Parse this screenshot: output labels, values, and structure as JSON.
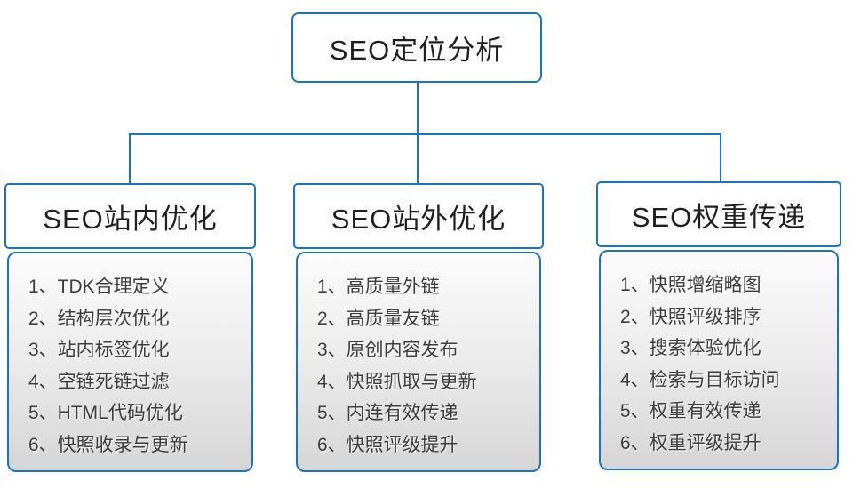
{
  "colors": {
    "accent": "#1e73be",
    "text_dark": "#1f1f1f",
    "text_item": "#3d3d3d",
    "list_gradient_top": "#fcfcfc",
    "list_gradient_bottom": "#d6d6d6"
  },
  "root": {
    "label": "SEO定位分析"
  },
  "branches": [
    {
      "title": "SEO站内优化",
      "items": [
        "1、TDK合理定义",
        "2、结构层次优化",
        "3、站内标签优化",
        "4、空链死链过滤",
        "5、HTML代码优化",
        "6、快照收录与更新"
      ]
    },
    {
      "title": "SEO站外优化",
      "items": [
        "1、高质量外链",
        "2、高质量友链",
        "3、原创内容发布",
        "4、快照抓取与更新",
        "5、内连有效传递",
        "6、快照评级提升"
      ]
    },
    {
      "title": "SEO权重传递",
      "items": [
        "1、快照增缩略图",
        "2、快照评级排序",
        "3、搜索体验优化",
        "4、检索与目标访问",
        "5、权重有效传递",
        "6、权重评级提升"
      ]
    }
  ]
}
